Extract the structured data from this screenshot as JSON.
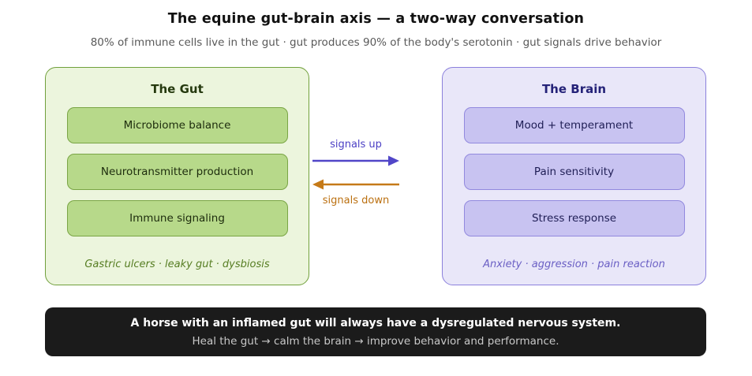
{
  "header": {
    "title": "The equine gut-brain axis — a two-way conversation",
    "subtitle": "80% of immune cells live in the gut · gut produces 90% of the body's serotonin · gut signals drive behavior"
  },
  "gut_panel": {
    "title": "The Gut",
    "items": [
      "Microbiome balance",
      "Neurotransmitter production",
      "Immune signaling"
    ],
    "caption": "Gastric ulcers · leaky gut · dysbiosis"
  },
  "brain_panel": {
    "title": "The Brain",
    "items": [
      "Mood + temperament",
      "Pain sensitivity",
      "Stress response"
    ],
    "caption": "Anxiety · aggression · pain reaction"
  },
  "arrows": {
    "up_label": "signals up",
    "down_label": "signals down"
  },
  "banner": {
    "line1": "A horse with an inflamed gut will always have a dysregulated nervous system.",
    "line2": "Heal the gut  →  calm the brain  →  improve behavior and performance."
  },
  "colors": {
    "gut_bg": "#ecf5dd",
    "gut_border": "#71a03c",
    "gut_box": "#b7d98a",
    "brain_bg": "#e9e7f9",
    "brain_border": "#8b80dc",
    "brain_box": "#c8c3f1",
    "signals_up": "#5146c8",
    "signals_down": "#c57a18",
    "banner_bg": "#1b1b1b"
  }
}
